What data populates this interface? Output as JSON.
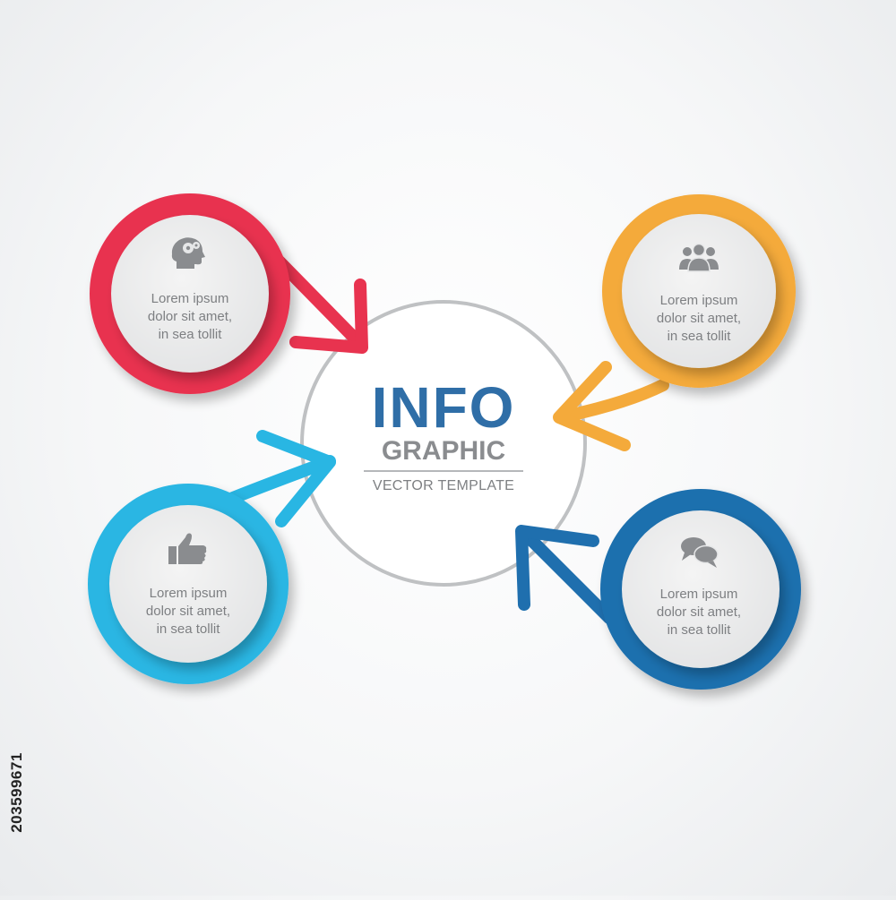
{
  "title": {
    "main": "INFO",
    "sub": "GRAPHIC",
    "tagline": "VECTOR TEMPLATE"
  },
  "colors": {
    "red": "#e8334f",
    "orange": "#f4aa3b",
    "light_blue": "#29b6e3",
    "dark_blue": "#1f6fae",
    "center_ring": "#bfc1c3",
    "title_blue": "#2f6ea7",
    "text_gray": "#7d7f82"
  },
  "nodes": [
    {
      "id": "top-left",
      "color": "red",
      "icon": "head-gears-icon",
      "lines": [
        "Lorem ipsum",
        "dolor sit amet,",
        "in sea tollit"
      ]
    },
    {
      "id": "top-right",
      "color": "orange",
      "icon": "people-group-icon",
      "lines": [
        "Lorem ipsum",
        "dolor sit amet,",
        "in sea tollit"
      ]
    },
    {
      "id": "bottom-left",
      "color": "light_blue",
      "icon": "thumbs-up-icon",
      "lines": [
        "Lorem ipsum",
        "dolor sit amet,",
        "in sea tollit"
      ]
    },
    {
      "id": "bottom-right",
      "color": "dark_blue",
      "icon": "speech-bubbles-icon",
      "lines": [
        "Lorem ipsum",
        "dolor sit amet,",
        "in sea tollit"
      ]
    }
  ],
  "stock_id": "203599671"
}
